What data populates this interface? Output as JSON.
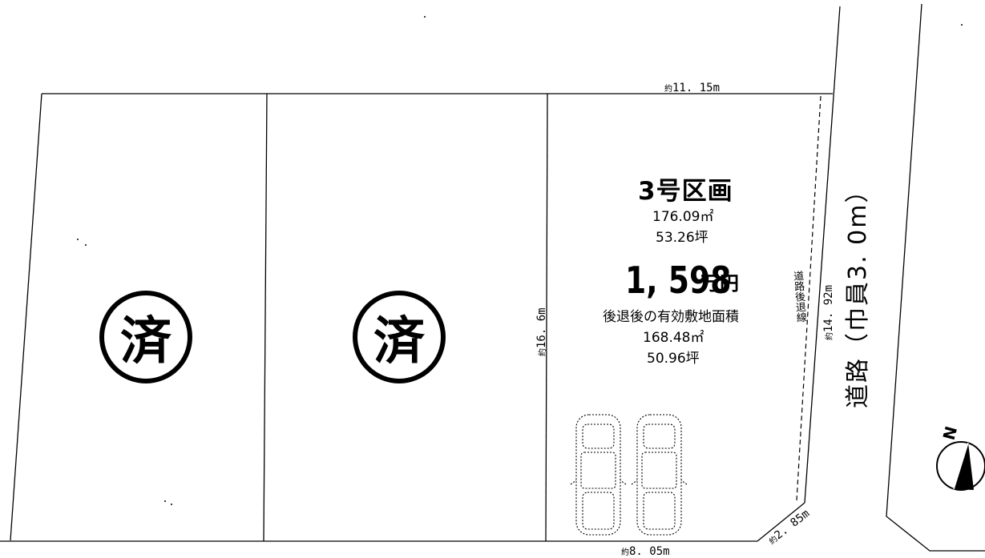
{
  "lots": {
    "lot1": {
      "stamp": "済"
    },
    "lot2": {
      "stamp": "済"
    },
    "lot3": {
      "title": "3号区画",
      "area_m2": "176.09㎡",
      "area_tsubo": "53.26坪",
      "price_number": "1, 598",
      "price_unit": "万円",
      "effective_label": "後退後の有効敷地面積",
      "effective_m2": "168.48㎡",
      "effective_tsubo": "50.96坪"
    }
  },
  "dimensions": {
    "approx_prefix": "約",
    "top": "11. 15m",
    "bottom": "8. 05m",
    "left": "16. 6m",
    "right": "14. 92m",
    "corner": "2. 85m"
  },
  "setback_label": "道路後退線",
  "road": {
    "label": "道路",
    "width": "（巾員3. 0m）"
  },
  "north_mark": "N"
}
